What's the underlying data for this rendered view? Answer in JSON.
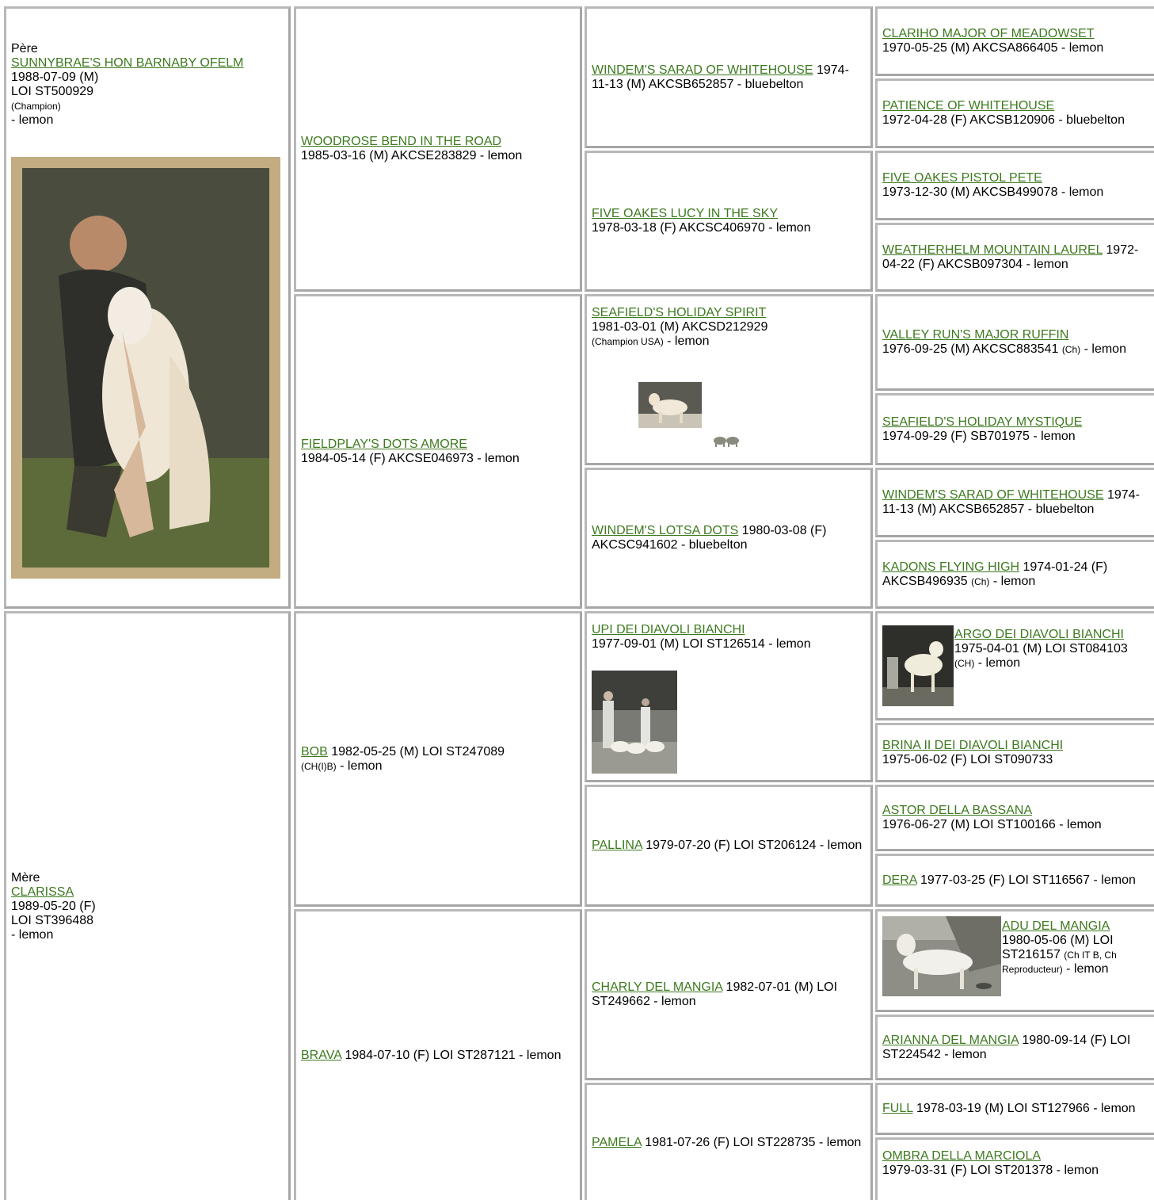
{
  "father": {
    "label": "Père",
    "name": "SUNNYBRAE'S HON BARNABY OFELM",
    "dob": "1988-07-09 (M)",
    "reg": "LOI ST500929",
    "title": "(Champion)",
    "color": "- lemon"
  },
  "mother": {
    "label": "Mère",
    "name": "CLARISSA",
    "dob": "1989-05-20 (F)",
    "reg": "LOI ST396488",
    "color": "- lemon"
  },
  "gen2": [
    {
      "name": "WOODROSE BEND IN THE ROAD",
      "info": "1985-03-16 (M) AKCSE283829 - lemon"
    },
    {
      "name": "FIELDPLAY'S DOTS AMORE",
      "info": "1984-05-14 (F) AKCSE046973 - lemon"
    },
    {
      "name": "BOB",
      "info": "1982-05-25 (M) LOI ST247089",
      "title": "(CH(I)B)",
      "color": "- lemon"
    },
    {
      "name": "BRAVA",
      "info": "1984-07-10 (F) LOI ST287121 - lemon"
    }
  ],
  "gen3": [
    {
      "name": "WINDEM'S SARAD OF WHITEHOUSE",
      "info": "1974-11-13 (M) AKCSB652857 - bluebelton"
    },
    {
      "name": "FIVE OAKES LUCY IN THE SKY",
      "info": "1978-03-18 (F) AKCSC406970 - lemon"
    },
    {
      "name": "SEAFIELD'S HOLIDAY SPIRIT",
      "info": "1981-03-01 (M) AKCSD212929",
      "title": "(Champion USA)",
      "color": "- lemon"
    },
    {
      "name": "WINDEM'S LOTSA DOTS",
      "info": "1980-03-08 (F) AKCSC941602 - bluebelton"
    },
    {
      "name": "UPI DEI DIAVOLI BIANCHI",
      "info": "1977-09-01 (M) LOI ST126514 - lemon"
    },
    {
      "name": "PALLINA",
      "info": "1979-07-20 (F) LOI ST206124 - lemon"
    },
    {
      "name": "CHARLY DEL MANGIA",
      "info": "1982-07-01 (M) LOI ST249662 - lemon"
    },
    {
      "name": "PAMELA",
      "info": "1981-07-26 (F) LOI ST228735 - lemon"
    }
  ],
  "gen4": [
    {
      "name": "CLARIHO MAJOR OF MEADOWSET",
      "info": "1970-05-25 (M) AKCSA866405 - lemon"
    },
    {
      "name": "PATIENCE OF WHITEHOUSE",
      "info": "1972-04-28 (F) AKCSB120906 - bluebelton"
    },
    {
      "name": "FIVE OAKES PISTOL PETE",
      "info": "1973-12-30 (M) AKCSB499078 - lemon"
    },
    {
      "name": "WEATHERHELM MOUNTAIN LAUREL",
      "info": "1972-04-22 (F) AKCSB097304 - lemon"
    },
    {
      "name": "VALLEY RUN'S MAJOR RUFFIN",
      "info": "1976-09-25 (M) AKCSC883541",
      "title": "(Ch)",
      "color": "- lemon"
    },
    {
      "name": "SEAFIELD'S HOLIDAY MYSTIQUE",
      "info": "1974-09-29 (F) SB701975 - lemon"
    },
    {
      "name": "WINDEM'S SARAD OF WHITEHOUSE",
      "info": "1974-11-13 (M) AKCSB652857 - bluebelton"
    },
    {
      "name": "KADONS FLYING HIGH",
      "info": "1974-01-24 (F) AKCSB496935",
      "title": "(Ch)",
      "color": "- lemon"
    },
    {
      "name": "ARGO DEI DIAVOLI BIANCHI",
      "info": "1975-04-01 (M) LOI ST084103",
      "title": "(CH)",
      "color": "- lemon"
    },
    {
      "name": "BRINA II DEI DIAVOLI BIANCHI",
      "info": "1975-06-02 (F) LOI ST090733"
    },
    {
      "name": "ASTOR DELLA BASSANA",
      "info": "1976-06-27 (M) LOI ST100166 - lemon"
    },
    {
      "name": "DERA",
      "info": "1977-03-25 (F) LOI ST116567 - lemon"
    },
    {
      "name": "ADU DEL MANGIA",
      "info": "1980-05-06 (M) LOI ST216157",
      "title": "(Ch IT B, Ch Reproducteur)",
      "color": "- lemon"
    },
    {
      "name": "ARIANNA DEL MANGIA",
      "info": "1980-09-14 (F) LOI ST224542 - lemon"
    },
    {
      "name": "FULL",
      "info": "1978-03-19 (M) LOI ST127966 - lemon"
    },
    {
      "name": "OMBRA DELLA MARCIOLA",
      "info": "1979-03-31 (F) LOI ST201378 - lemon"
    }
  ],
  "colors": {
    "link": "#3d7a1f",
    "border": "#a6a6a6"
  }
}
